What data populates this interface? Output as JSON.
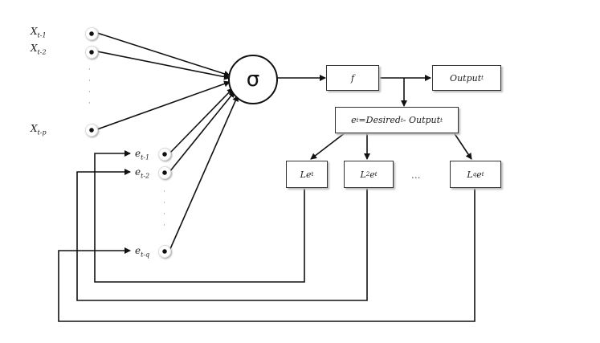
{
  "inputs": {
    "x_t1": {
      "base": "X",
      "sub": "t-1"
    },
    "x_t2": {
      "base": "X",
      "sub": "t-2"
    },
    "x_tp": {
      "base": "X",
      "sub": "t-p"
    }
  },
  "errors": {
    "e_t1": {
      "base": "e",
      "sub": "t-1"
    },
    "e_t2": {
      "base": "e",
      "sub": "t-2"
    },
    "e_tq": {
      "base": "e",
      "sub": "t-q"
    }
  },
  "neuron": {
    "symbol": "σ"
  },
  "activation": {
    "label": "f"
  },
  "output": {
    "base": "Output",
    "sub": "t"
  },
  "error_eq": {
    "e": "e",
    "sub_e": "t",
    "eq": "=Desired",
    "sub_d": "t",
    "minus": " - Output",
    "sub_o": "t"
  },
  "lags": {
    "l1": {
      "pre": "Le",
      "sub": "t"
    },
    "l2": {
      "pre": "L",
      "sup": "2",
      "post": "e",
      "sub": "t"
    },
    "ellipsis": "...",
    "lq": {
      "pre": "L",
      "sup": "q",
      "post": "e",
      "sub": "t"
    }
  }
}
